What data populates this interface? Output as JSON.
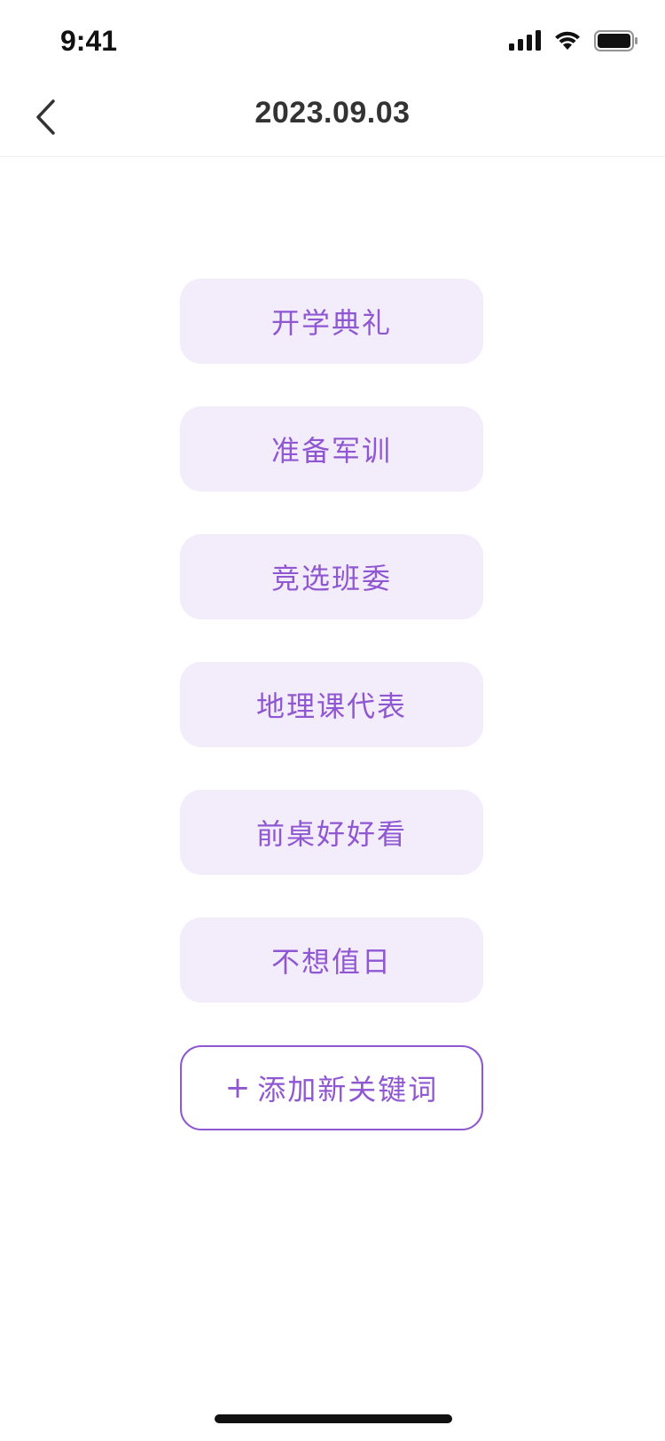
{
  "status_bar": {
    "time": "9:41",
    "icons": [
      "cellular-signal-icon",
      "wifi-icon",
      "battery-icon"
    ]
  },
  "nav": {
    "back_icon": "chevron-left-icon",
    "title": "2023.09.03"
  },
  "keywords": [
    {
      "label": "开学典礼"
    },
    {
      "label": "准备军训"
    },
    {
      "label": "竞选班委"
    },
    {
      "label": "地理课代表"
    },
    {
      "label": "前桌好好看"
    },
    {
      "label": "不想值日"
    }
  ],
  "add_button": {
    "icon": "plus-icon",
    "plus": "+",
    "label": "添加新关键词"
  },
  "colors": {
    "accent": "#8f57d1",
    "chip_background": "#f3ecfb",
    "title_text": "#333333"
  }
}
